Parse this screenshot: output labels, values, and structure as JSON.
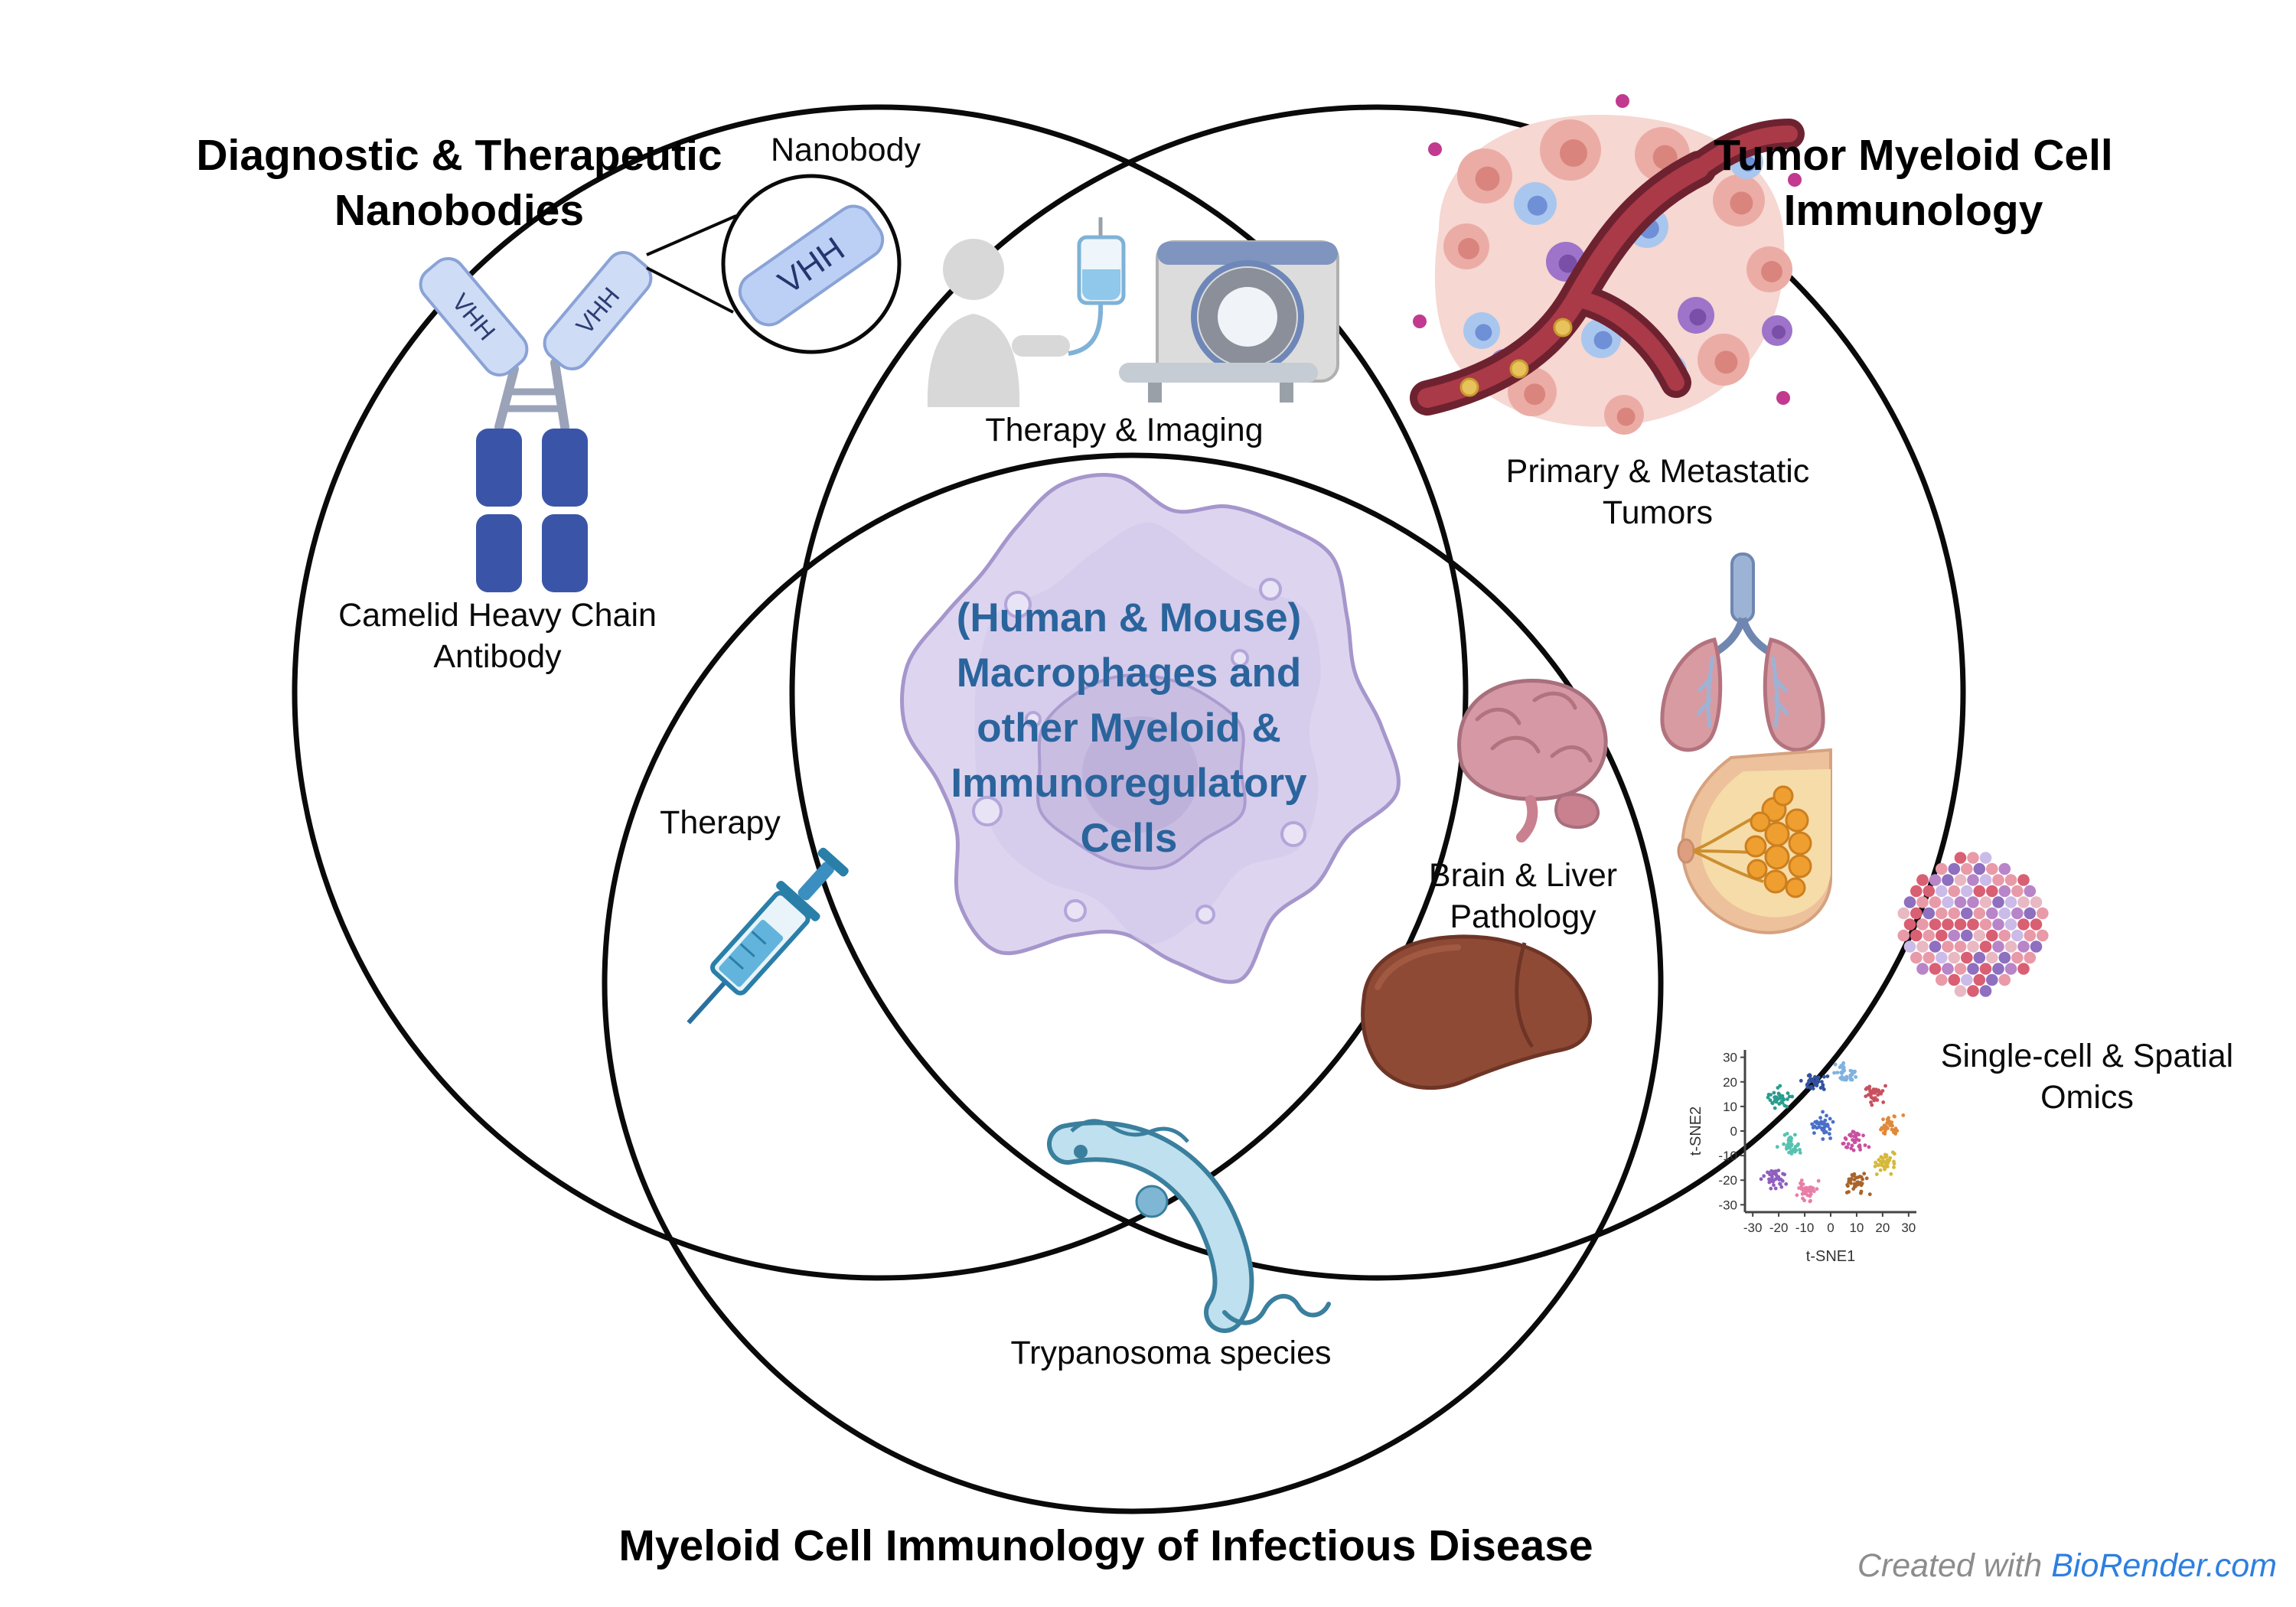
{
  "figure": {
    "type": "venn-diagram",
    "background": "#ffffff"
  },
  "sets": [
    {
      "id": "nanobodies",
      "title": "Diagnostic & Therapeutic\nNanobodies"
    },
    {
      "id": "tumor-myeloid",
      "title": "Tumor Myeloid Cell\nImmunology"
    },
    {
      "id": "infectious-disease",
      "title": "Myeloid Cell Immunology of Infectious Disease"
    }
  ],
  "center": {
    "label": "(Human & Mouse)\nMacrophages and\nother Myeloid &\nImmunoregulatory\nCells"
  },
  "labels": {
    "nanobody": "Nanobody",
    "vhh": "VHH",
    "camelid_antibody": "Camelid Heavy Chain\nAntibody",
    "therapy_imaging": "Therapy & Imaging",
    "primary_metastatic_tumors": "Primary & Metastatic\nTumors",
    "brain_liver_pathology": "Brain & Liver\nPathology",
    "single_cell_spatial_omics": "Single-cell & Spatial\nOmics",
    "therapy": "Therapy",
    "trypanosoma": "Trypanosoma species"
  },
  "tsne_plot": {
    "xlabel": "t-SNE1",
    "ylabel": "t-SNE2",
    "x_ticks": [
      -30,
      -20,
      -10,
      0,
      10,
      20,
      30
    ],
    "y_ticks": [
      30,
      20,
      10,
      0,
      -10,
      -20,
      -30
    ]
  },
  "credit": {
    "prefix": "Created with",
    "brand": "BioRender.com"
  },
  "colors": {
    "circle_outline": "#0a0a0a",
    "center_text": "#2a649c",
    "brand_blue": "#2e7fe0",
    "title_text": "#000000"
  },
  "icons": [
    "camelid-antibody-illustration",
    "nanobody-magnifier-illustration",
    "patient-iv-icon",
    "mri-scanner-icon",
    "tumor-vasculature-illustration",
    "lungs-icon",
    "brain-icon",
    "breast-tissue-icon",
    "liver-icon",
    "spatial-omics-icon",
    "tsne-scatter-plot",
    "syringe-icon",
    "macrophage-cell-illustration",
    "trypanosoma-icon"
  ]
}
